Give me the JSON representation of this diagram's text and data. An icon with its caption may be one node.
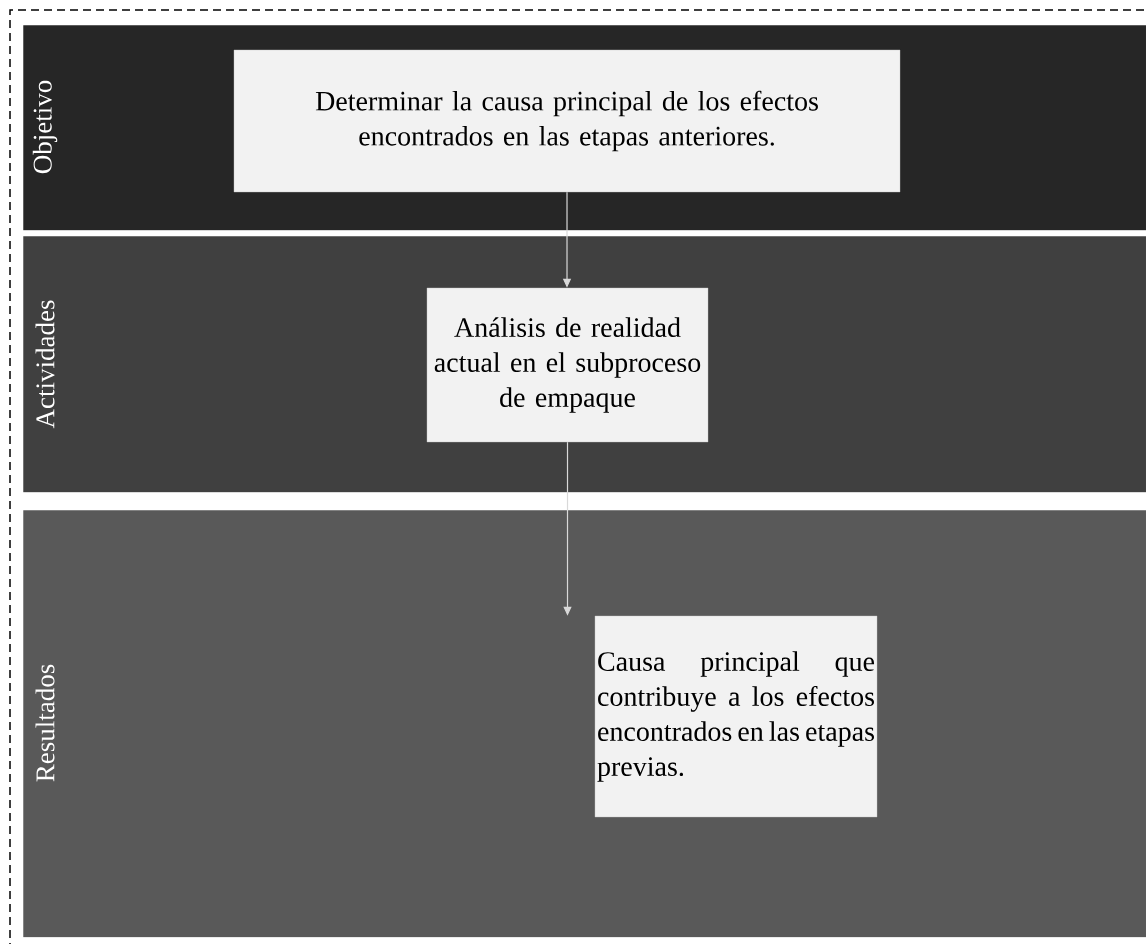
{
  "diagram": {
    "nodes": [
      {
        "text": [
          "Objetivo"
        ]
      },
      {
        "text": [
          "Determinar la causa principal de los efectos encontrados en las etapas anteriores."
        ],
        "in": 0
      },
      {
        "text": [
          "Actividades"
        ]
      },
      {
        "text": [
          "Análisis de realidad actual en el subproceso de empaque"
        ],
        "in": 2
      },
      {
        "text": [
          "Resultados"
        ]
      },
      {
        "text": [
          "Causa principal que contribuye a los efectos encontrados en las etapas previas."
        ],
        "in": 4
      }
    ],
    "edges": [
      {
        "from": 1,
        "to": 3,
        "arrow": "to"
      },
      {
        "from": 3,
        "to": 5,
        "arrow": "to"
      }
    ]
  }
}
